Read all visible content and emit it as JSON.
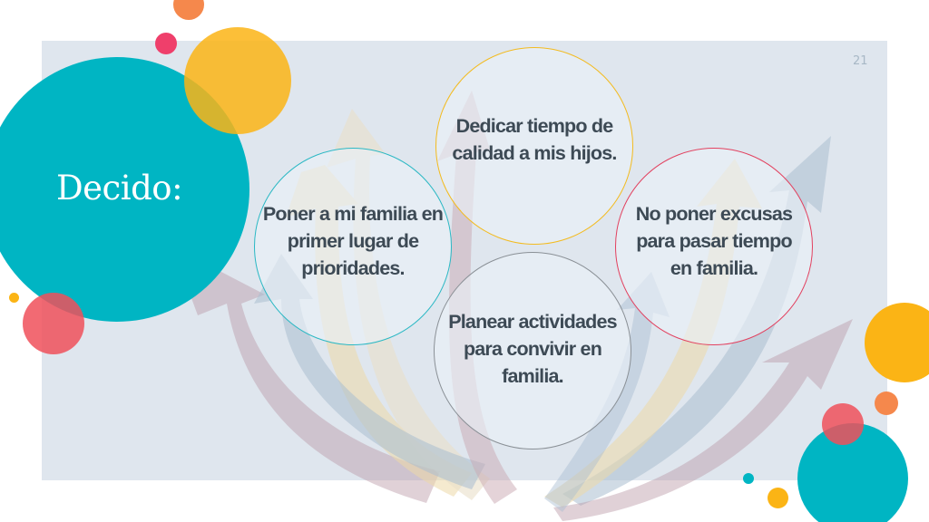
{
  "slide": {
    "title": "Decido:",
    "page_number": "21"
  },
  "circles": {
    "dedicar": "Dedicar tiempo de calidad a mis hijos.",
    "familia": "Poner a mi familia en primer lugar de prioridades.",
    "excusas": "No poner excusas para pasar tiempo en familia.",
    "planear": "Planear actividades para convivir en familia."
  },
  "colors": {
    "teal": "#00b5c3",
    "yellow": "#fbb415",
    "coral": "#f0505a",
    "orange": "#f5884c",
    "pink": "#ef3f6b",
    "panel": "#dfe6ee"
  }
}
